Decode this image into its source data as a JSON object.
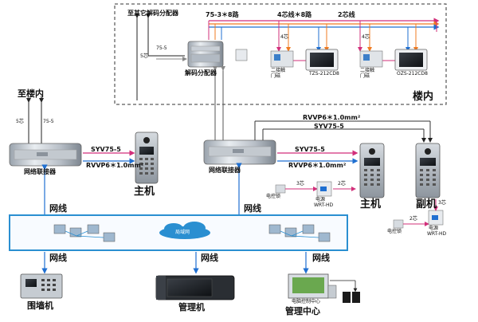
{
  "building": {
    "label": "楼内",
    "to_other_decoder": "至其它解码分配器",
    "cable_75_3_8": "75-3＊8路",
    "cable_4core_8": "4芯线＊8路",
    "cable_2core": "2芯线",
    "decoder_label": "解码分配器",
    "cable_75_5": "75-5",
    "cable_5core": "5芯",
    "cable_4core": "4芯",
    "model_tzs": "TZS-212CD8",
    "model_ozs": "OZS-212CD8",
    "accessory_a": "二接触",
    "accessory_b": "门磁"
  },
  "left": {
    "to_building": "至楼内",
    "core5": "5芯",
    "cable_75_5": "75-5",
    "network_connector": "网络联接器",
    "syv": "SYV75-5",
    "rvvp": "RVVP6＊1.0mm²",
    "main_unit": "主机",
    "net": "网线"
  },
  "center": {
    "network_connector": "网络联接器",
    "syv": "SYV75-5",
    "rvvp": "RVVP6＊1.0mm²",
    "net": "网线",
    "lock_label": "电控锁",
    "power_label": "电源",
    "power_model": "WRT-HD",
    "cable_3core": "3芯",
    "cable_2core": "2芯"
  },
  "right": {
    "rvvp_top": "RVVP6＊1.0mm²",
    "syv_top": "SYV75-5",
    "main_unit": "主机",
    "sub_unit": "副机",
    "lock_label": "电控锁",
    "power_label": "电源",
    "power_model": "WRT-HD",
    "cable_2core": "2芯",
    "cable_3core": "3芯"
  },
  "lan": {
    "cloud_label": "局域网",
    "net_left": "网线",
    "net_mid": "网线",
    "net_right": "网线"
  },
  "bottom": {
    "wall_unit": "围墙机",
    "manager_unit": "管理机",
    "management_center": "管理中心",
    "pc_caption": "电脑控制中心"
  },
  "colors": {
    "pink_line": "#d22f7a",
    "orange_line": "#f07b22",
    "blue_line": "#1f6fd1",
    "box_blue": "#2a8fd1",
    "dark_line": "#222222",
    "gray_line": "#888888"
  }
}
